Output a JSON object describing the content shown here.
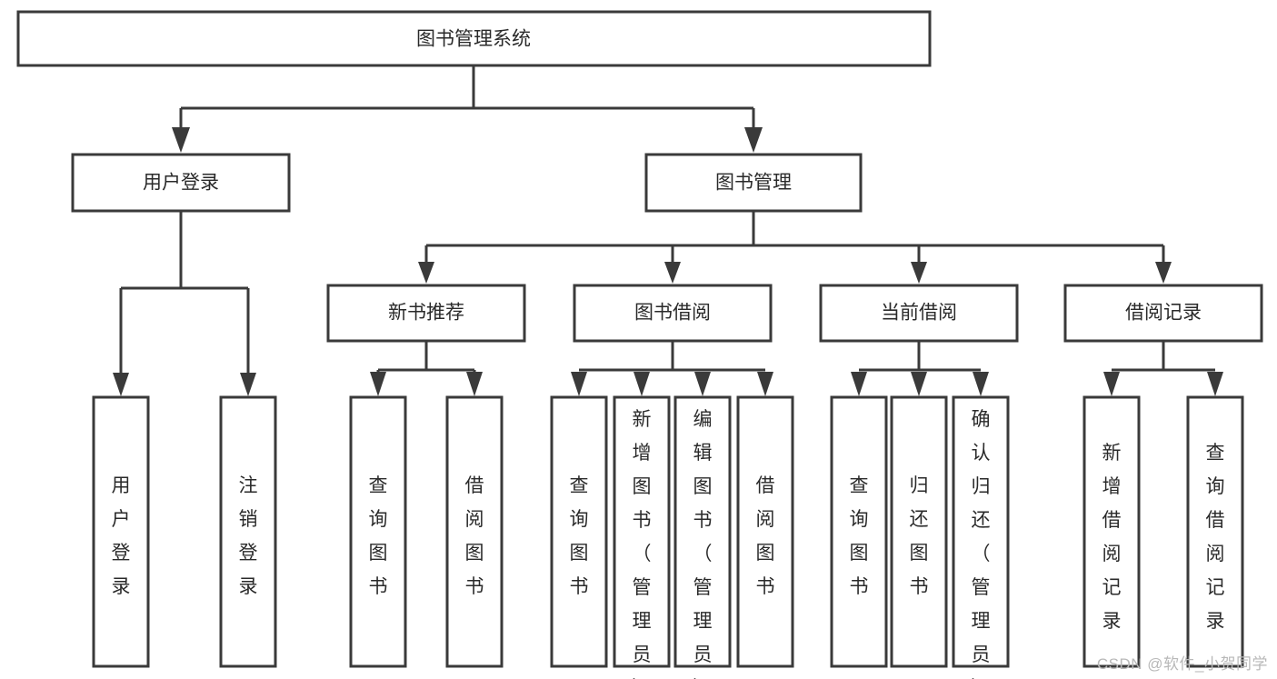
{
  "diagram": {
    "type": "tree-hierarchy-chart",
    "title": "图书管理系统",
    "watermark": "CSDN @软件_小贺同学",
    "colors": {
      "stroke": "#3a3a3a",
      "fill": "#ffffff",
      "text": "#2a2a2a",
      "watermark": "#b8b8b8",
      "background": "#ffffff"
    },
    "nodes": {
      "root": {
        "label": "图书管理系统",
        "level": 1,
        "orientation": "horizontal"
      },
      "user_login": {
        "label": "用户登录",
        "level": 2,
        "orientation": "horizontal"
      },
      "book_manage": {
        "label": "图书管理",
        "level": 2,
        "orientation": "horizontal"
      },
      "new_book_rec": {
        "label": "新书推荐",
        "level": 3,
        "orientation": "horizontal"
      },
      "book_borrow": {
        "label": "图书借阅",
        "level": 3,
        "orientation": "horizontal"
      },
      "current_borrow": {
        "label": "当前借阅",
        "level": 3,
        "orientation": "horizontal"
      },
      "borrow_record": {
        "label": "借阅记录",
        "level": 3,
        "orientation": "horizontal"
      },
      "leaf_user_login": {
        "label": "用户登录",
        "level": 4,
        "orientation": "vertical"
      },
      "leaf_logout": {
        "label": "注销登录",
        "level": 4,
        "orientation": "vertical"
      },
      "leaf_query_book_1": {
        "label": "查询图书",
        "level": 4,
        "orientation": "vertical"
      },
      "leaf_borrow_book_1": {
        "label": "借阅图书",
        "level": 4,
        "orientation": "vertical"
      },
      "leaf_query_book_2": {
        "label": "查询图书",
        "level": 4,
        "orientation": "vertical"
      },
      "leaf_add_book": {
        "label": "新增图书（管理员）",
        "level": 4,
        "orientation": "vertical"
      },
      "leaf_edit_book": {
        "label": "编辑图书（管理员）",
        "level": 4,
        "orientation": "vertical"
      },
      "leaf_borrow_book_2": {
        "label": "借阅图书",
        "level": 4,
        "orientation": "vertical"
      },
      "leaf_query_book_3": {
        "label": "查询图书",
        "level": 4,
        "orientation": "vertical"
      },
      "leaf_return_book": {
        "label": "归还图书",
        "level": 4,
        "orientation": "vertical"
      },
      "leaf_confirm_return": {
        "label": "确认归还（管理员）",
        "level": 4,
        "orientation": "vertical"
      },
      "leaf_add_record": {
        "label": "新增借阅记录",
        "level": 4,
        "orientation": "vertical"
      },
      "leaf_query_record": {
        "label": "查询借阅记录",
        "level": 4,
        "orientation": "vertical"
      }
    },
    "edges": [
      {
        "from": "root",
        "to": "user_login"
      },
      {
        "from": "root",
        "to": "book_manage"
      },
      {
        "from": "user_login",
        "to": "leaf_user_login"
      },
      {
        "from": "user_login",
        "to": "leaf_logout"
      },
      {
        "from": "book_manage",
        "to": "new_book_rec"
      },
      {
        "from": "book_manage",
        "to": "book_borrow"
      },
      {
        "from": "book_manage",
        "to": "current_borrow"
      },
      {
        "from": "book_manage",
        "to": "borrow_record"
      },
      {
        "from": "new_book_rec",
        "to": "leaf_query_book_1"
      },
      {
        "from": "new_book_rec",
        "to": "leaf_borrow_book_1"
      },
      {
        "from": "book_borrow",
        "to": "leaf_query_book_2"
      },
      {
        "from": "book_borrow",
        "to": "leaf_add_book"
      },
      {
        "from": "book_borrow",
        "to": "leaf_edit_book"
      },
      {
        "from": "book_borrow",
        "to": "leaf_borrow_book_2"
      },
      {
        "from": "current_borrow",
        "to": "leaf_query_book_3"
      },
      {
        "from": "current_borrow",
        "to": "leaf_return_book"
      },
      {
        "from": "current_borrow",
        "to": "leaf_confirm_return"
      },
      {
        "from": "borrow_record",
        "to": "leaf_add_record"
      },
      {
        "from": "borrow_record",
        "to": "leaf_query_record"
      }
    ]
  }
}
